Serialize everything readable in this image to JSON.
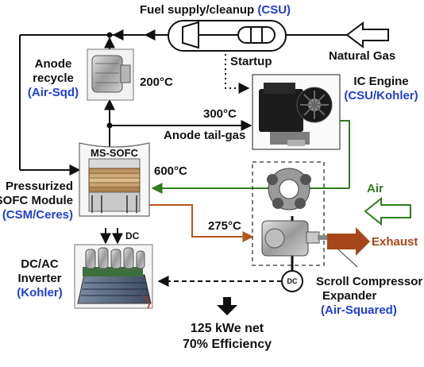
{
  "colors": {
    "line": "#111111",
    "air": "#2e7d1e",
    "exhaust": "#b4561b",
    "blue_text": "#1f3fd6"
  },
  "icons": {
    "fuel_supply": "compressor-and-filter-icon",
    "anode_recycle": "blower-photo",
    "ic_engine": "engine-photo",
    "ms_sofc": "fuel-cell-stack-photo",
    "scroll_compressor": "scroll-machine-photo",
    "inverter": "inverter-photo",
    "natural_gas": "hollow-arrow-icon",
    "air": "hollow-arrow-icon",
    "exhaust": "solid-arrow-icon",
    "net_output": "solid-down-arrow-icon"
  },
  "labels": {
    "fuel_supply": "Fuel supply/cleanup",
    "fuel_supply_tag": "(CSU)",
    "natural_gas": "Natural Gas",
    "startup": "Startup",
    "anode_recycle_line1": "Anode",
    "anode_recycle_line2": "recycle",
    "anode_recycle_tag": "(Air-Sqd)",
    "temp_200": "200°C",
    "ic_engine": "IC Engine",
    "ic_engine_tag": "(CSU/Kohler)",
    "temp_300": "300°C",
    "anode_tail_gas": "Anode tail-gas",
    "ms_sofc": "MS-SOFC",
    "temp_600": "600°C",
    "module_line1": "Pressurized",
    "module_line2": "SOFC Module",
    "module_tag": "(CSM/Ceres)",
    "air": "Air",
    "temp_275": "275°C",
    "exhaust": "Exhaust",
    "dc": "DC",
    "dc_circle": "DC",
    "inverter_line1": "DC/AC",
    "inverter_line2": "Inverter",
    "inverter_tag": "(Kohler)",
    "scroll_line1": "Scroll Compressor",
    "scroll_line2": "Expander",
    "scroll_tag": "(Air-Squared)",
    "output_line1": "125 kWe net",
    "output_line2": "70% Efficiency"
  }
}
